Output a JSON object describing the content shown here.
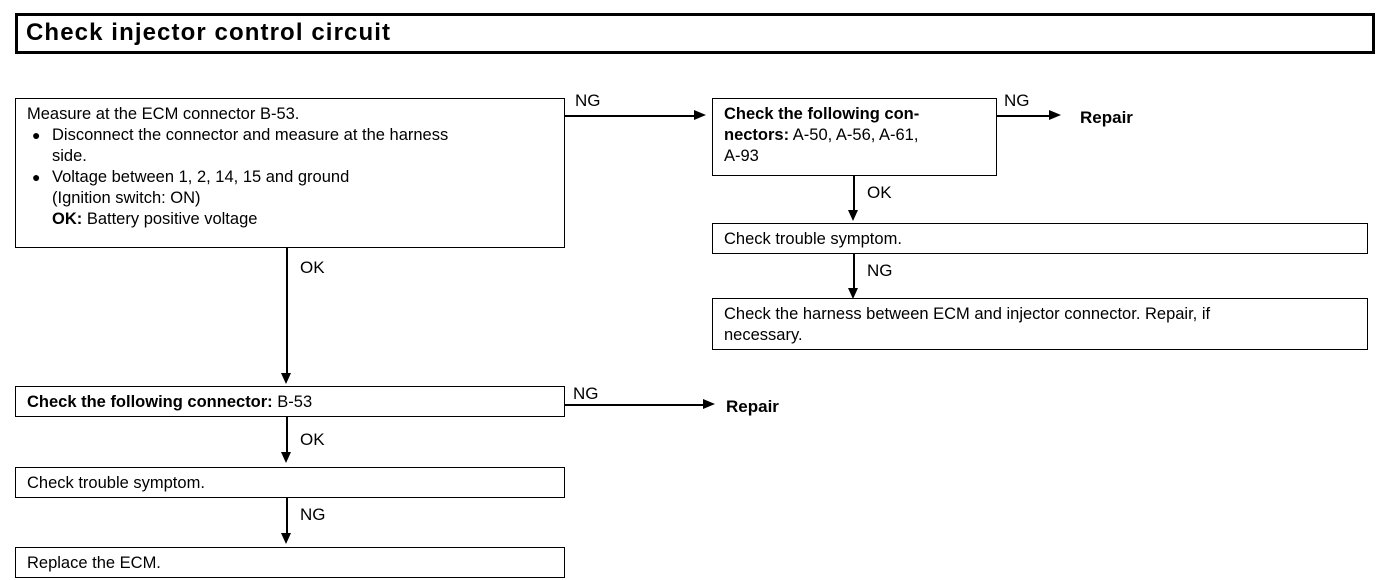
{
  "title": {
    "text": "Check injector control circuit"
  },
  "labels": {
    "ok": "OK",
    "ng": "NG",
    "repair": "Repair"
  },
  "boxes": {
    "measure_ecm": {
      "heading": "Measure at the ECM connector B-53.",
      "bullets": [
        {
          "marker": "●",
          "lines": [
            "Disconnect the connector and measure at the harness",
            "side."
          ]
        },
        {
          "marker": "●",
          "lines": [
            "Voltage between 1, 2, 14, 15 and ground",
            "(Ignition switch: ON)"
          ]
        }
      ],
      "ok_prefix": "OK:",
      "ok_value": " Battery positive voltage"
    },
    "check_connectors_a": {
      "label": "Check the following con-",
      "label2": "nectors:",
      "value2": " A-50, A-56, A-61,",
      "line3": "A-93"
    },
    "check_symptom_right": {
      "text": "Check trouble symptom."
    },
    "check_harness": {
      "line1": "Check the harness between ECM and injector connector. Repair, if",
      "line2": "necessary."
    },
    "check_connector_b": {
      "label": "Check the following connector:",
      "value": " B-53"
    },
    "check_symptom_left": {
      "text": "Check trouble symptom."
    },
    "replace_ecm": {
      "text": "Replace the ECM."
    }
  },
  "edges": {
    "e1_ng": "NG",
    "e1_ok": "OK",
    "e2_ng": "NG",
    "e2_ok": "OK",
    "e3_ng": "NG",
    "e4_ng": "NG",
    "e4_ok": "OK",
    "e5_ng": "NG"
  },
  "terminals": {
    "repair_top": "Repair",
    "repair_bottom": "Repair"
  },
  "colors": {
    "ink": "#000000",
    "paper": "#ffffff"
  }
}
